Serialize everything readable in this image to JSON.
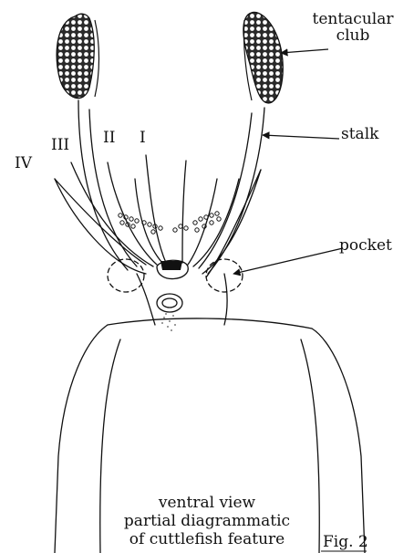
{
  "labels": {
    "tentacular_line1": "tentacular",
    "tentacular_line2": "club",
    "stalk": "stalk",
    "pocket": "pocket",
    "arm_I": "I",
    "arm_II": "II",
    "arm_III": "III",
    "arm_IV": "IV"
  },
  "caption": {
    "line1": "ventral view",
    "line2": "partial diagrammatic",
    "line3": "of cuttlefish feature",
    "fig": "Fig. 2"
  }
}
